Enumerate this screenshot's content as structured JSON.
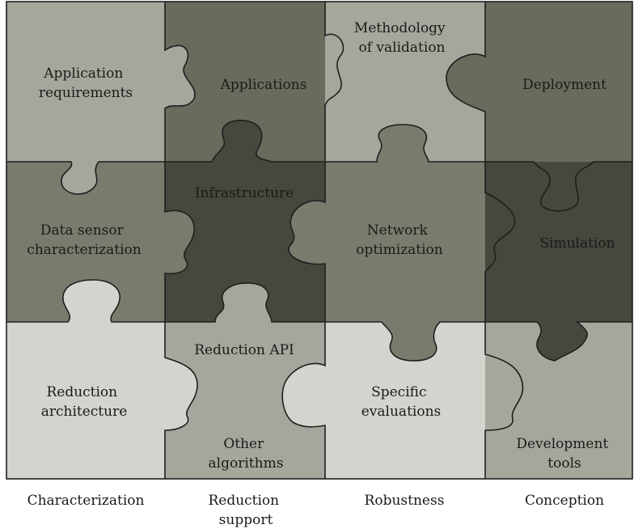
{
  "colors": {
    "light": "#d4d3ce",
    "sand": "#a7a69c",
    "olive": "#7a7b6d",
    "dark_olive": "#6a6b5d",
    "darkest": "#47473d",
    "outline": "#1e1e1e"
  },
  "pieces": [
    {
      "id": "application-requirements",
      "lines": [
        "Application",
        "requirements"
      ]
    },
    {
      "id": "applications",
      "lines": [
        "Applications"
      ]
    },
    {
      "id": "methodology-of-validation",
      "lines": [
        "Methodology",
        "of validation"
      ]
    },
    {
      "id": "deployment",
      "lines": [
        "Deployment"
      ]
    },
    {
      "id": "data-sensor-characterization",
      "lines": [
        "Data sensor",
        "characterization"
      ]
    },
    {
      "id": "infrastructure",
      "lines": [
        "Infrastructure"
      ]
    },
    {
      "id": "network-optimization",
      "lines": [
        "Network",
        "optimization"
      ]
    },
    {
      "id": "simulation",
      "lines": [
        "Simulation"
      ]
    },
    {
      "id": "reduction-architecture",
      "lines": [
        "Reduction",
        "architecture"
      ]
    },
    {
      "id": "reduction-api",
      "lines": [
        "Reduction API"
      ]
    },
    {
      "id": "other-algorithms",
      "lines": [
        "Other",
        "algorithms"
      ]
    },
    {
      "id": "specific-evaluations",
      "lines": [
        "Specific",
        "evaluations"
      ]
    },
    {
      "id": "development-tools",
      "lines": [
        "Development",
        "tools"
      ]
    }
  ],
  "columns": [
    {
      "lines": [
        "Characterization"
      ]
    },
    {
      "lines": [
        "Reduction",
        "support"
      ]
    },
    {
      "lines": [
        "Robustness"
      ]
    },
    {
      "lines": [
        "Conception"
      ]
    }
  ]
}
